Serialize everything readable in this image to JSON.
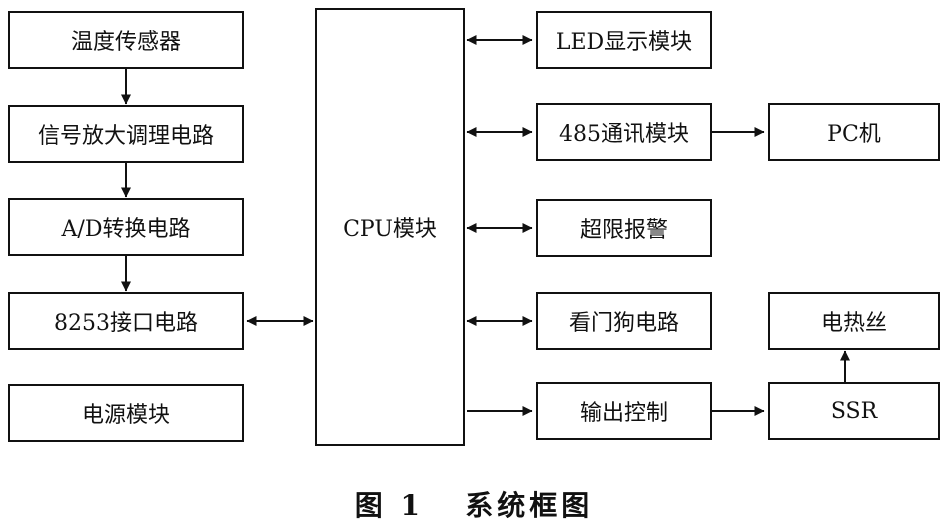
{
  "blocks": {
    "temp_sensor": "温度传感器",
    "signal_amp": "信号放大调理电路",
    "adc": "A/D转换电路",
    "interface_8253": "8253接口电路",
    "power": "电源模块",
    "cpu": "CPU模块",
    "led": "LED显示模块",
    "comm_485": "485通讯模块",
    "pc": "PC机",
    "alarm": "超限报警",
    "watchdog": "看门狗电路",
    "output_ctrl": "输出控制",
    "ssr": "SSR",
    "heater": "电热丝"
  },
  "caption": "图 1   系统框图"
}
